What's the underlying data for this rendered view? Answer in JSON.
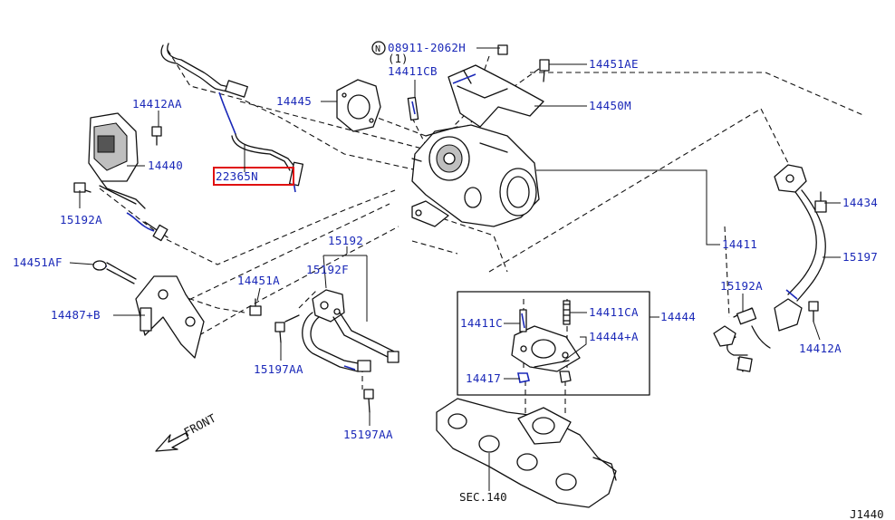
{
  "parts": {
    "p08911": "08911-2062H",
    "p08911_qty": "(1)",
    "p08911_prefix": "N",
    "p14411CB": "14411CB",
    "p14451AE": "14451AE",
    "p14450M": "14450M",
    "p14445": "14445",
    "p14412AA": "14412AA",
    "p14440": "14440",
    "p22365N": "22365N",
    "p15192A_left": "15192A",
    "p14451AF": "14451AF",
    "p14487B": "14487+B",
    "p14451A": "14451A",
    "p15192": "15192",
    "p15192F": "15192F",
    "p15197AA_1": "15197AA",
    "p15197AA_2": "15197AA",
    "p14411": "14411",
    "p14444": "14444",
    "p14411C": "14411C",
    "p14411CA": "14411CA",
    "p14444A": "14444+A",
    "p14417": "14417",
    "p14434": "14434",
    "p15197": "15197",
    "p15192A_right": "15192A",
    "p14412A": "14412A",
    "sec140": "SEC.140",
    "front": "FRONT",
    "figure_id": "J1440"
  },
  "highlight": {
    "part": "22365N",
    "color": "#e01010"
  },
  "colors": {
    "label": "#1a28b8",
    "line": "#111111"
  }
}
